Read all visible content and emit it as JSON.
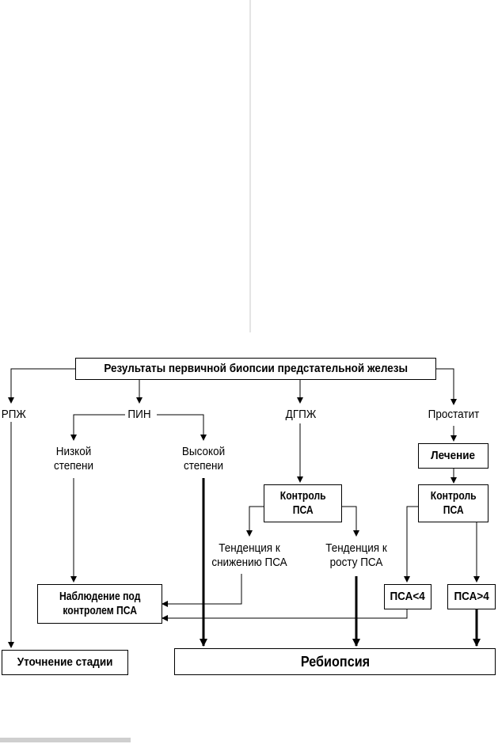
{
  "nodes": {
    "root": "Результаты первичной биопсии предстательной железы",
    "rpzh": "РПЖ",
    "pin": "ПИН",
    "dgpzh": "ДГПЖ",
    "prostatitis": "Простатит",
    "low_grade": [
      "Низкой",
      "степени"
    ],
    "high_grade": [
      "Высокой",
      "степени"
    ],
    "treatment": "Лечение",
    "psa_control_left": [
      "Контроль",
      "ПСА"
    ],
    "psa_control_right": [
      "Контроль",
      "ПСА"
    ],
    "trend_down": [
      "Тенденция к",
      "снижению ПСА"
    ],
    "trend_up": [
      "Тенденция к",
      "росту ПСА"
    ],
    "observation": [
      "Наблюдение под",
      "контролем ПСА"
    ],
    "psa_lt4": "ПСА<4",
    "psa_gt4": "ПСА>4",
    "staging": "Уточнение стадии",
    "rebiopsy": "Ребиопсия"
  }
}
